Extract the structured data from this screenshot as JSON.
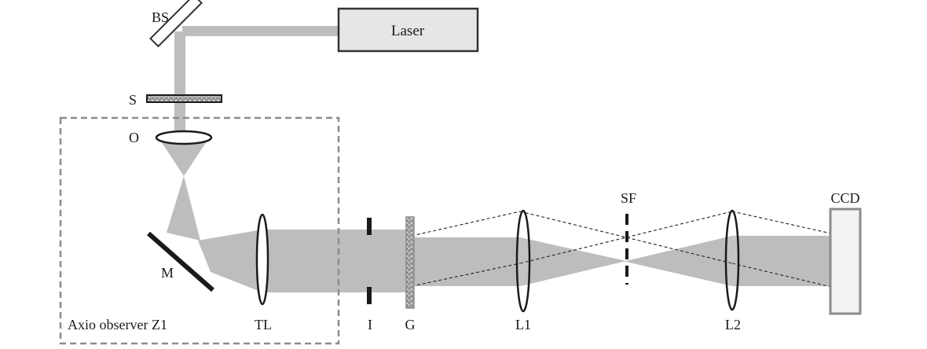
{
  "diagram": {
    "laser_label": "Laser",
    "ccd_label": "CCD",
    "enclosure_label": "Axio observer Z1",
    "components": {
      "beam_splitter": "BS",
      "sample": "S",
      "objective": "O",
      "mirror": "M",
      "tube_lens": "TL",
      "iris": "I",
      "grating": "G",
      "lens1": "L1",
      "spatial_filter": "SF",
      "lens2": "L2"
    }
  },
  "colors": {
    "beam": "#bdbdbd",
    "outline": "#1a1a1a",
    "box_fill": "#e6e6e6",
    "ccd_stroke": "#8c8c8c",
    "ccd_fill": "#f2f2f2",
    "enclosure": "#8c8c8c",
    "ray": "#222222"
  }
}
